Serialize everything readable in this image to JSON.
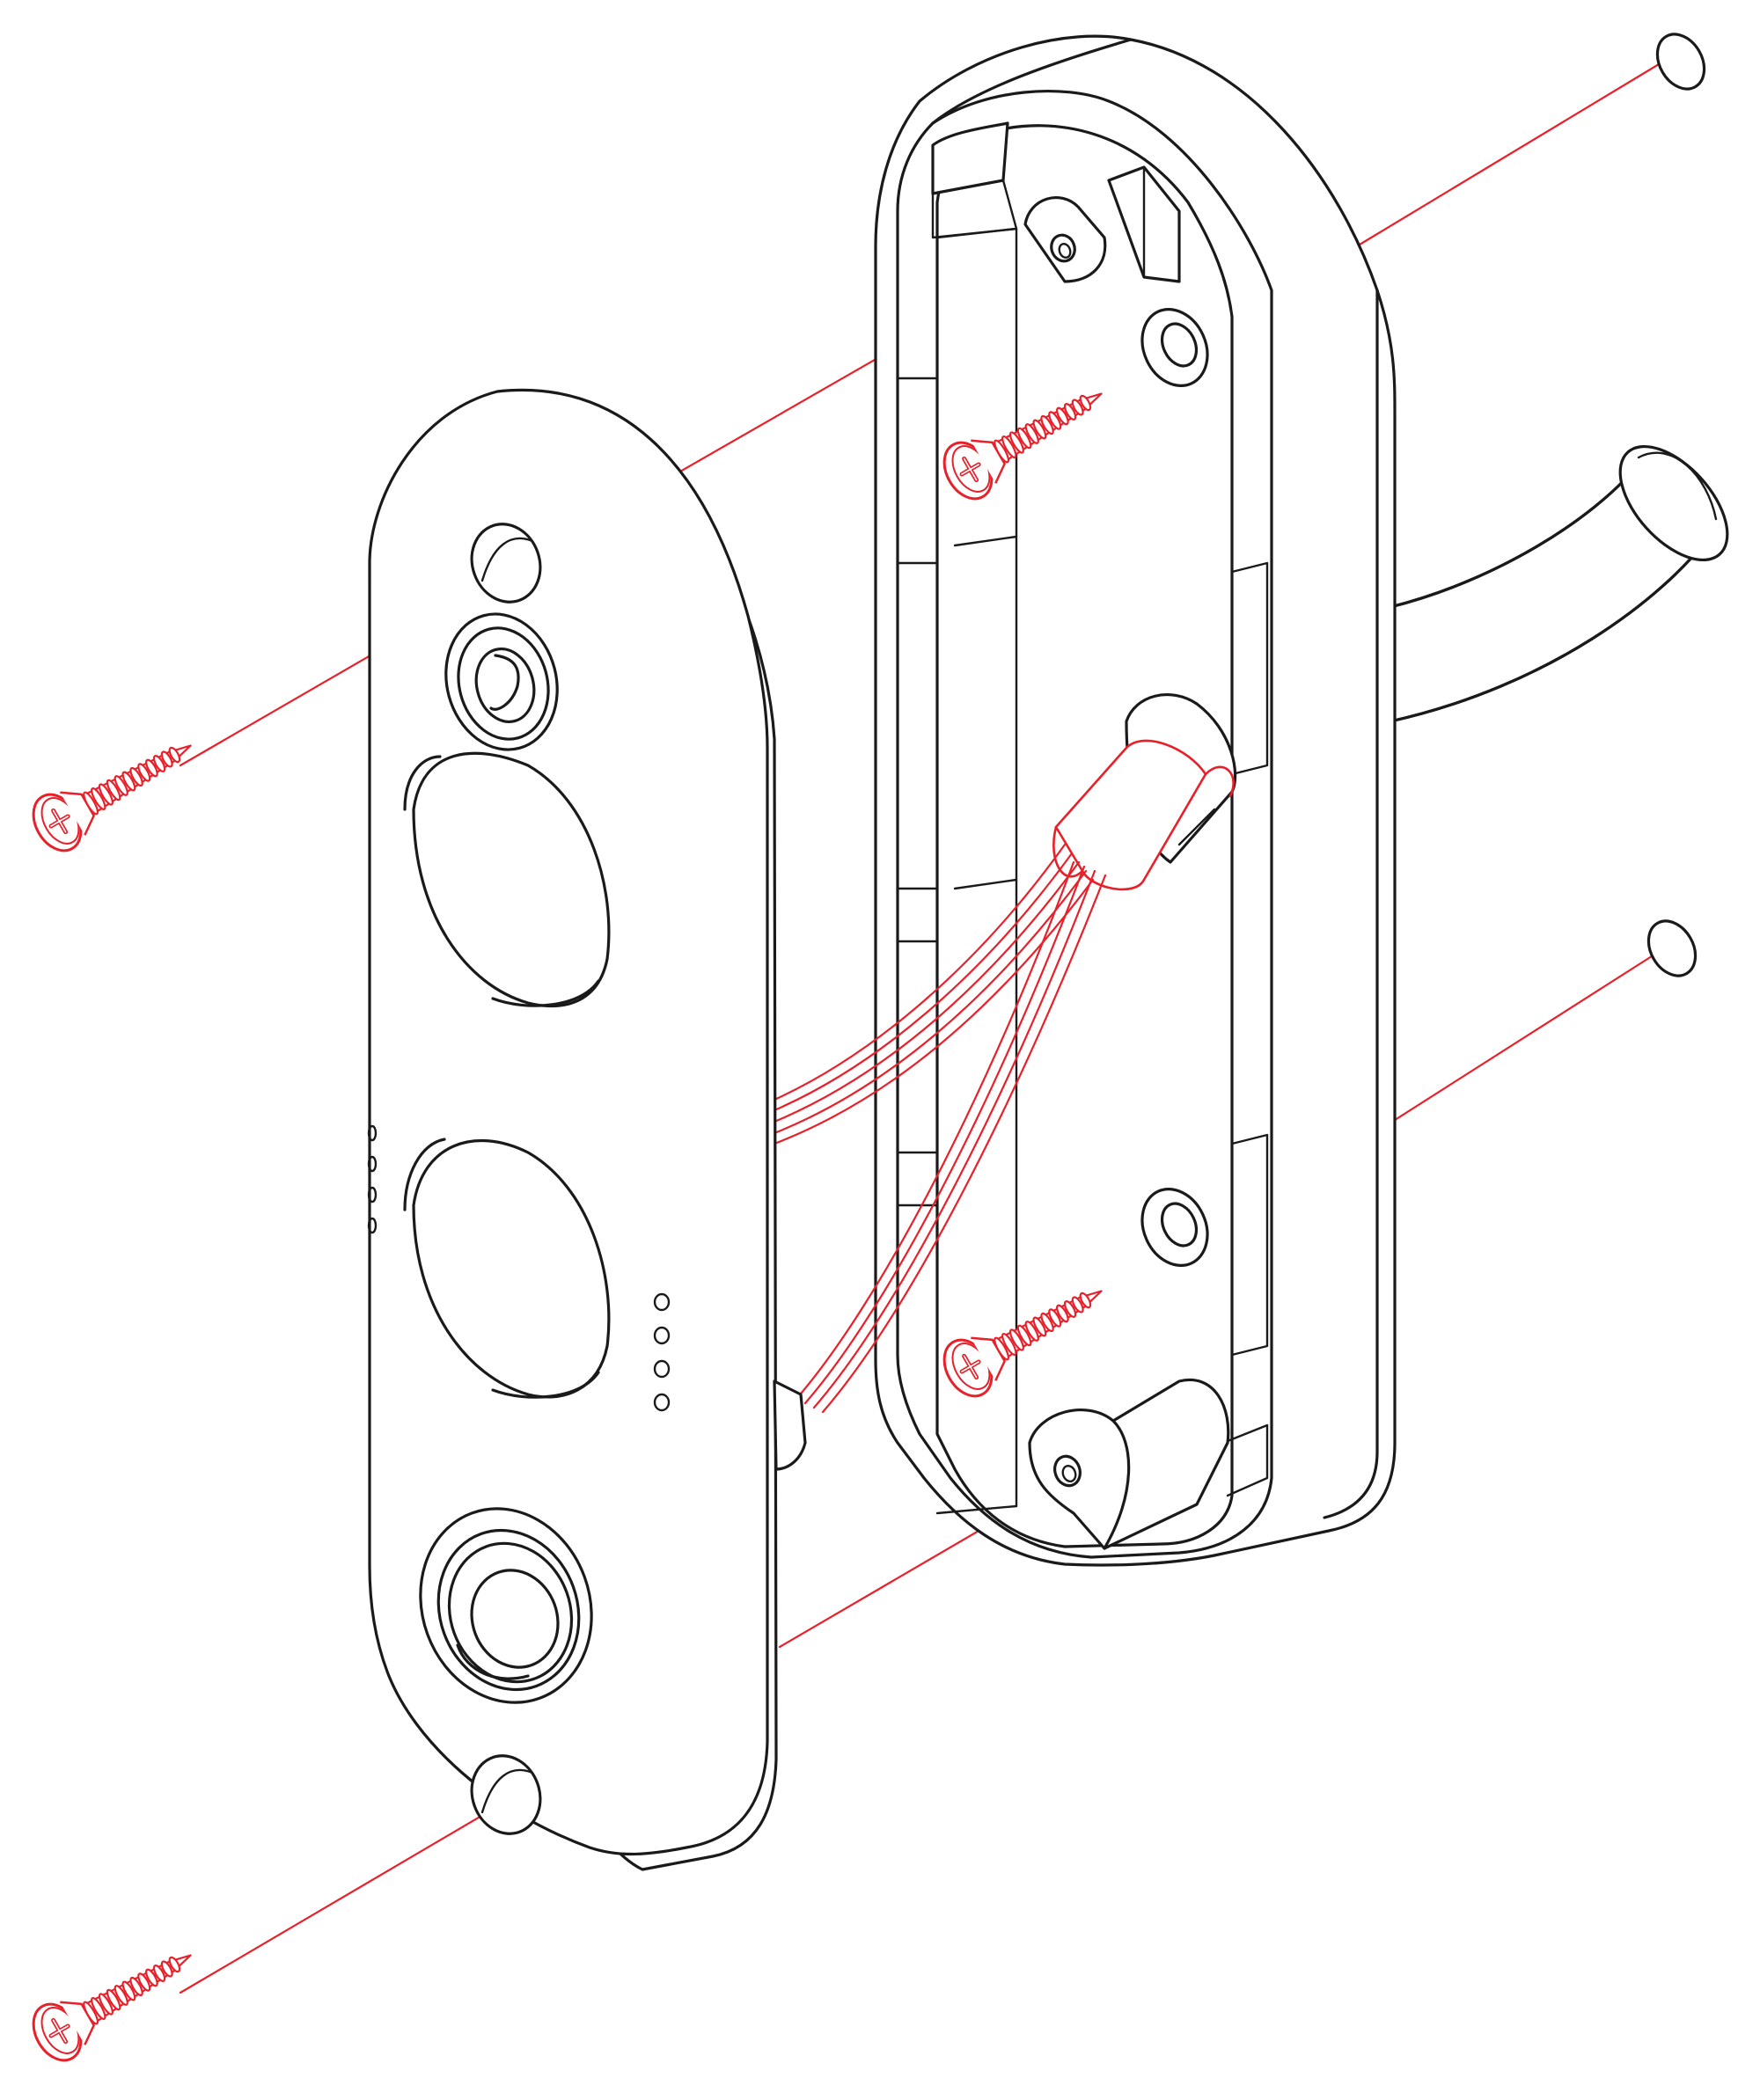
{
  "colors": {
    "outline": "#1a1a1a",
    "accent": "#e8202a",
    "background": "#ffffff"
  },
  "parts": {
    "front_faceplate": "doorbell-front-cover",
    "mounting_bracket": "doorbell-back-plate",
    "cable_conduit": "cable-conduit",
    "wire_bundle": "wiring-harness",
    "screws": [
      "screw-top-left",
      "screw-bottom-left",
      "screw-bracket-top",
      "screw-bracket-bottom"
    ],
    "wall_holes": [
      "wall-hole-top",
      "wall-hole-middle"
    ]
  }
}
